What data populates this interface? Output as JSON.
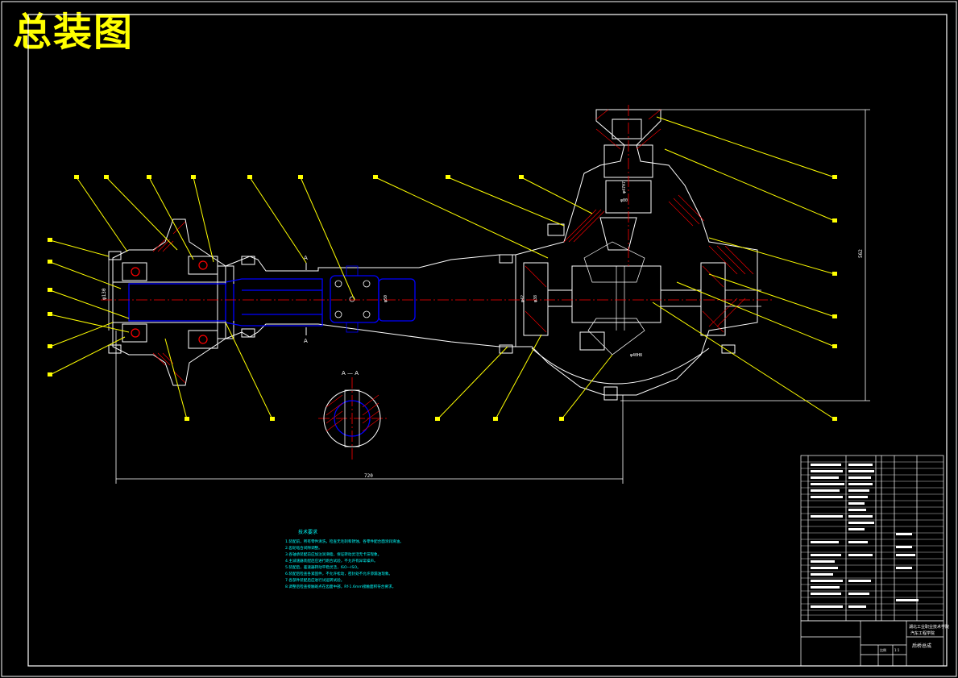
{
  "title": "总装图",
  "section_label": "A — A",
  "section_marks": [
    "A",
    "A"
  ],
  "dims": {
    "overall_length": "720",
    "overall_height": "562",
    "diam_1": "φ130",
    "diam_2": "φ47H7",
    "diam_3": "φ80",
    "diam_4": "φ42",
    "diam_5": "φ38",
    "diam_6": "φ50",
    "diam_7": "φ40H8"
  },
  "notes_title": "技术要求",
  "notes": [
    "1.装配前，所有零件清洗，检查无毛刺和锈蚀，各零件配合面涂润滑油。",
    "2.齿轮啮合间隙调整。",
    "3.各轴承装配前应加注润滑脂，保证转动灵活无卡滞现象。",
    "4.主减速器装配后应进行跑合试验，不允许有异常噪声。",
    "5.装配后，差速器转动平稳灵活，ISO—ISO。",
    "6.装配后检查各紧固件，不允许松动，密封处不允许渗漏油现象。",
    "7.各部件装配后应进行试运转试验。",
    "8.调整后检查接触斑点在齿面中部，Rf·1.6mm接触面积符合要求。"
  ],
  "title_block": {
    "school": "湖北工业职业技术学院",
    "dept": "汽车工程学院",
    "drawing_name": "后桥总成",
    "scale_label": "比例",
    "scale_value": "1:1"
  },
  "colors": {
    "bg": "#000000",
    "line": "#ffffff",
    "leader": "#ffff00",
    "part": "#0000ff",
    "center": "#ff0000",
    "hatch": "#ff0000",
    "dim": "#00ffff"
  }
}
